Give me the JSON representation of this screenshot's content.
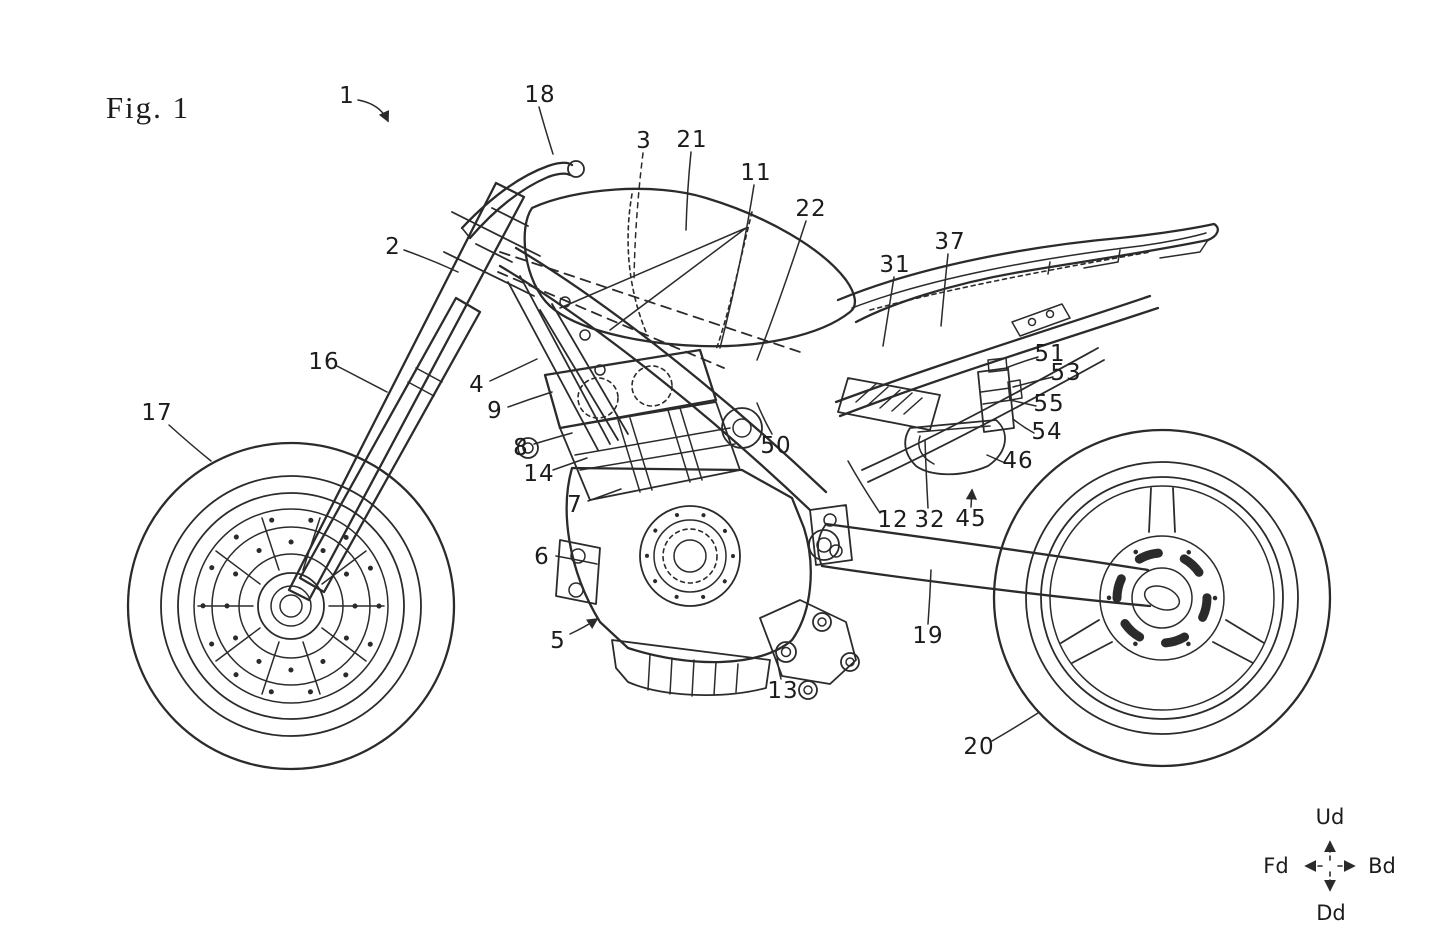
{
  "figure": {
    "title": "Fig. 1"
  },
  "drawing": {
    "type": "patent-line-drawing",
    "subject": "motorcycle side view with numbered reference parts",
    "line_color": "#2b2b2b",
    "background": "#ffffff"
  },
  "callouts": {
    "c1": "1",
    "c2": "2",
    "c3": "3",
    "c4": "4",
    "c5": "5",
    "c6": "6",
    "c7": "7",
    "c8": "8",
    "c9": "9",
    "c11": "11",
    "c12": "12",
    "c13": "13",
    "c14": "14",
    "c16": "16",
    "c17": "17",
    "c18": "18",
    "c19": "19",
    "c20": "20",
    "c21": "21",
    "c22": "22",
    "c31": "31",
    "c32": "32",
    "c37": "37",
    "c45": "45",
    "c46": "46",
    "c50": "50",
    "c51": "51",
    "c53": "53",
    "c54": "54",
    "c55": "55"
  },
  "compass": {
    "up": "Ud",
    "down": "Dd",
    "front": "Fd",
    "back": "Bd"
  }
}
